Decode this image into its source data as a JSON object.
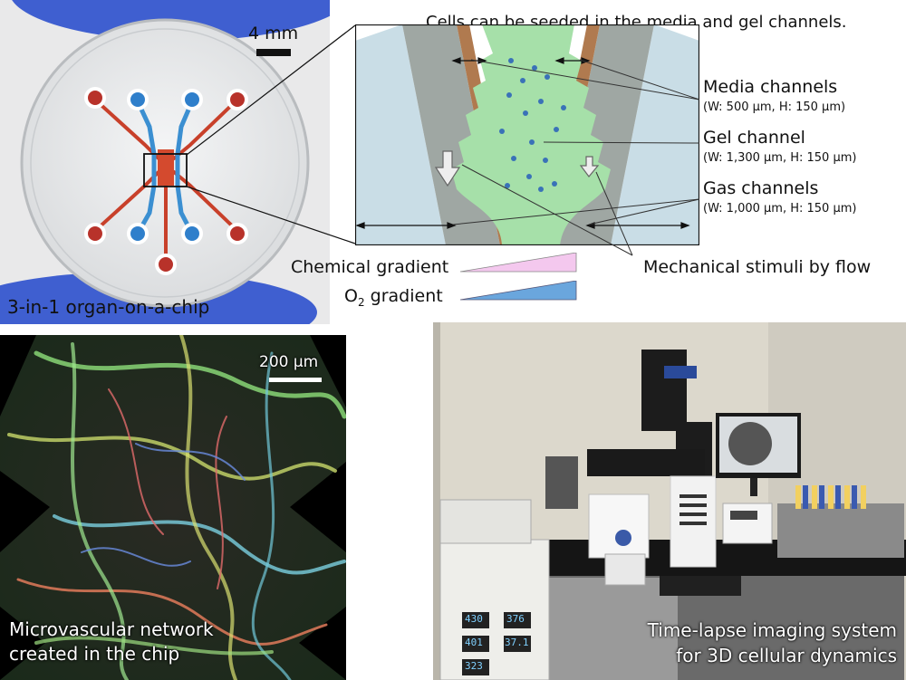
{
  "chip_photo": {
    "scale_bar": "4 mm",
    "caption": "3-in-1 organ-on-a-chip",
    "colors": {
      "red_channel": "#c8402a",
      "blue_channel": "#3b8fd1",
      "glove": "#3f5fd0"
    }
  },
  "schematic": {
    "heading": "Cells can be seeded in the media and gel channels.",
    "media": {
      "name": "Media channels",
      "dims": "(W: 500 µm, H: 150 µm)"
    },
    "gel": {
      "name": "Gel channel",
      "dims": "(W: 1,300 µm, H: 150 µm)"
    },
    "gas": {
      "name": "Gas channels",
      "dims": "(W: 1,000 µm, H: 150 µm)"
    },
    "chemical_gradient": "Chemical gradient",
    "o2_gradient_prefix": "O",
    "o2_gradient_sub": "2",
    "o2_gradient_suffix": " gradient",
    "mechanical": "Mechanical stimuli by flow",
    "colors": {
      "gas": "#c9dde6",
      "media": "#9fa7a3",
      "wall": "#b07a4f",
      "gel": "#a6e0a9",
      "cell": "#3a72b8",
      "chem_gradient": "#f4c8ee",
      "o2_gradient": "#6aa6dd"
    }
  },
  "microvascular": {
    "scale_bar": "200 µm",
    "caption_line1": "Microvascular network",
    "caption_line2": "created in the chip"
  },
  "imaging": {
    "caption_line1": "Time-lapse imaging system",
    "caption_line2": "for 3D cellular dynamics",
    "controller_readouts": [
      "430",
      "376",
      "401",
      "37.1",
      "323"
    ]
  }
}
